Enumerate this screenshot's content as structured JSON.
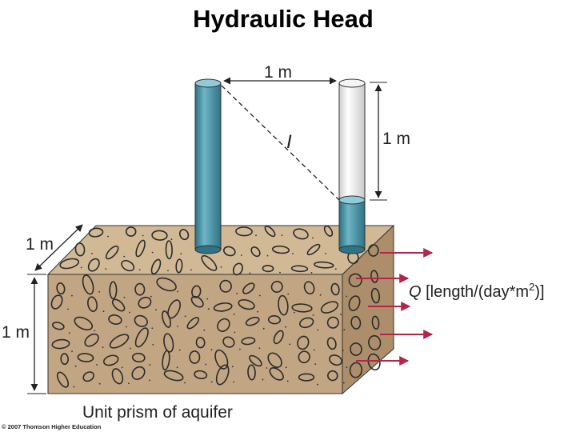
{
  "title": "Hydraulic Head",
  "labels": {
    "top_width": "1 m",
    "gradient_symbol": "I",
    "head_drop": "1 m",
    "depth": "1 m",
    "height": "1 m",
    "flux_symbol": "Q",
    "flux_units_pre": " [length/(day*m",
    "flux_units_sup": "2",
    "flux_units_post": ")]",
    "caption": "Unit prism of aquifer"
  },
  "copyright": "© 2007 Thomson Higher Education",
  "colors": {
    "soil_front": "#c2a582",
    "soil_top": "#d2b996",
    "soil_side": "#ac8e6b",
    "pipe_water": "#3f8fa2",
    "pipe_empty": "#e8e8e8",
    "arrow": "#b5254a",
    "outline": "#222222"
  }
}
